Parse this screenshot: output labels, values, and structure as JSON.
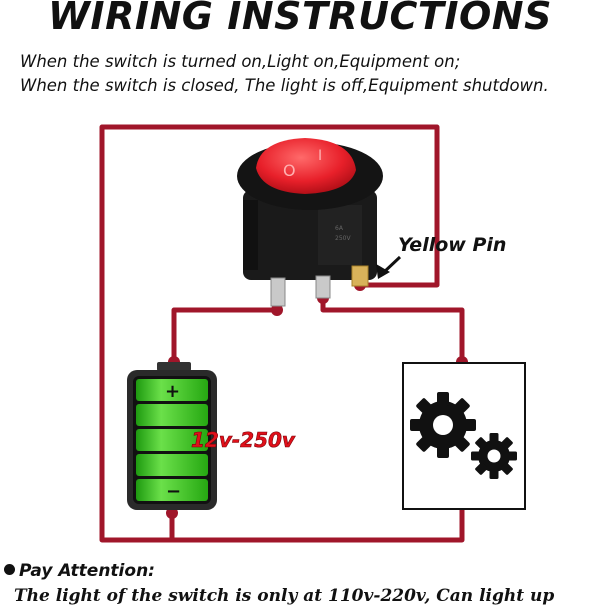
{
  "title": "WIRING INSTRUCTIONS",
  "instructions": {
    "line1": "When the switch is turned on,Light on,Equipment on;",
    "line2": "When the switch is closed, The light is off,Equipment shutdown."
  },
  "labels": {
    "yellow_pin": "Yellow Pin",
    "voltage": "12v-250v",
    "battery_plus": "+",
    "battery_minus": "−",
    "switch_on": "I",
    "switch_off": "O"
  },
  "attention": {
    "heading": "Pay Attention:",
    "note": "The light of the switch is only at 110v-220v, Can light up"
  },
  "colors": {
    "wire": "#a0162a",
    "switch_red": "#e8202a",
    "battery_green": "#3cc21c",
    "voltage_text": "#e0101a"
  },
  "icons": [
    "gear-icon",
    "battery-icon",
    "rocker-switch"
  ]
}
